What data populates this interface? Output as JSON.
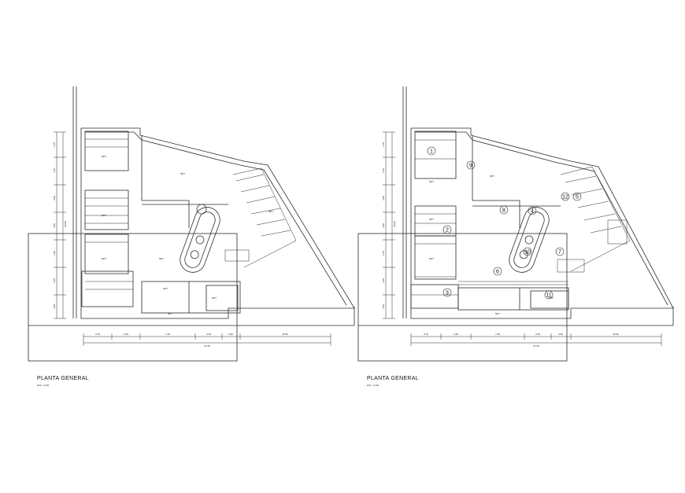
{
  "drawings": [
    {
      "id": "left",
      "title": "PLANTA GENERAL",
      "scale": "ESC: 1/100",
      "dim_bottom": [
        "3.70",
        "3.25",
        "7.20",
        "3.25",
        "3.60",
        "15.30"
      ],
      "dim_total": "37.30",
      "dim_left": [
        "3.75",
        "3.15",
        "3.00",
        "3.00",
        "3.30",
        "3.45",
        "3.00"
      ],
      "dim_total_left": "25.00",
      "room_labels": [
        "NPT",
        "NPT",
        "NPT",
        "NPT",
        "NPT",
        "NPT",
        "NPT",
        "NPT",
        "NPT"
      ],
      "circle_labels": []
    },
    {
      "id": "right",
      "title": "PLANTA GENERAL",
      "scale": "ESC: 1/100",
      "dim_bottom": [
        "3.70",
        "3.25",
        "7.20",
        "3.25",
        "3.60",
        "15.30"
      ],
      "dim_total": "37.30",
      "dim_left": [
        "3.75",
        "3.15",
        "3.00",
        "3.00",
        "3.30",
        "3.45",
        "3.00"
      ],
      "dim_total_left": "25.00",
      "room_labels": [
        "NPT",
        "NPT",
        "NPT",
        "NPT",
        "NPT",
        "NPT"
      ],
      "circle_labels": [
        "1",
        "2",
        "3",
        "4",
        "5",
        "6",
        "7",
        "8",
        "9",
        "10",
        "11",
        "12"
      ]
    }
  ],
  "colors": {
    "line": "#2a2a2a",
    "text": "#111111",
    "background": "#ffffff"
  }
}
